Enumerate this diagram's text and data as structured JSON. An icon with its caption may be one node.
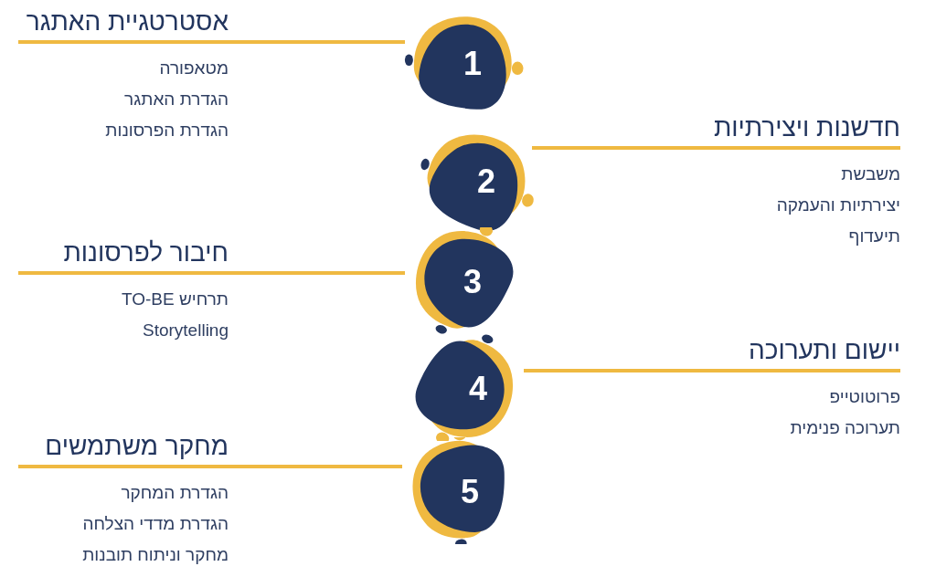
{
  "diagram": {
    "nodes": [
      {
        "text": [
          "אסטרטגיית האתגר"
        ],
        "beside": [
          "מטאפורה",
          "הגדרת האתגר",
          "הגדרת הפרסונות"
        ]
      },
      {
        "text": [
          "1"
        ]
      },
      {
        "text": [
          "חדשנות ויצירתיות"
        ],
        "beside": [
          "משבשת",
          "יצירתיות והעמקה",
          "תיעדוף"
        ]
      },
      {
        "text": [
          "2"
        ]
      },
      {
        "text": [
          "חיבור לפרסונות"
        ],
        "beside": [
          "תרחיש TO-BE",
          "Storytelling"
        ]
      },
      {
        "text": [
          "3"
        ]
      },
      {
        "text": [
          "יישום ותערוכה"
        ],
        "beside": [
          "פרוטוטייפ",
          "תערוכה פנימית"
        ]
      },
      {
        "text": [
          "4"
        ]
      },
      {
        "text": [
          "מחקר משתמשים"
        ],
        "beside": [
          "הגדרת המחקר",
          "הגדרת מדדי הצלחה",
          "מחקר וניתוח תובנות"
        ]
      },
      {
        "text": [
          "5"
        ]
      }
    ],
    "edges": [
      {
        "from": 0,
        "to": 1,
        "arrow": "none"
      },
      {
        "from": 2,
        "to": 3,
        "arrow": "none"
      },
      {
        "from": 4,
        "to": 5,
        "arrow": "none"
      },
      {
        "from": 6,
        "to": 7,
        "arrow": "none"
      },
      {
        "from": 8,
        "to": 9,
        "arrow": "none"
      }
    ]
  }
}
